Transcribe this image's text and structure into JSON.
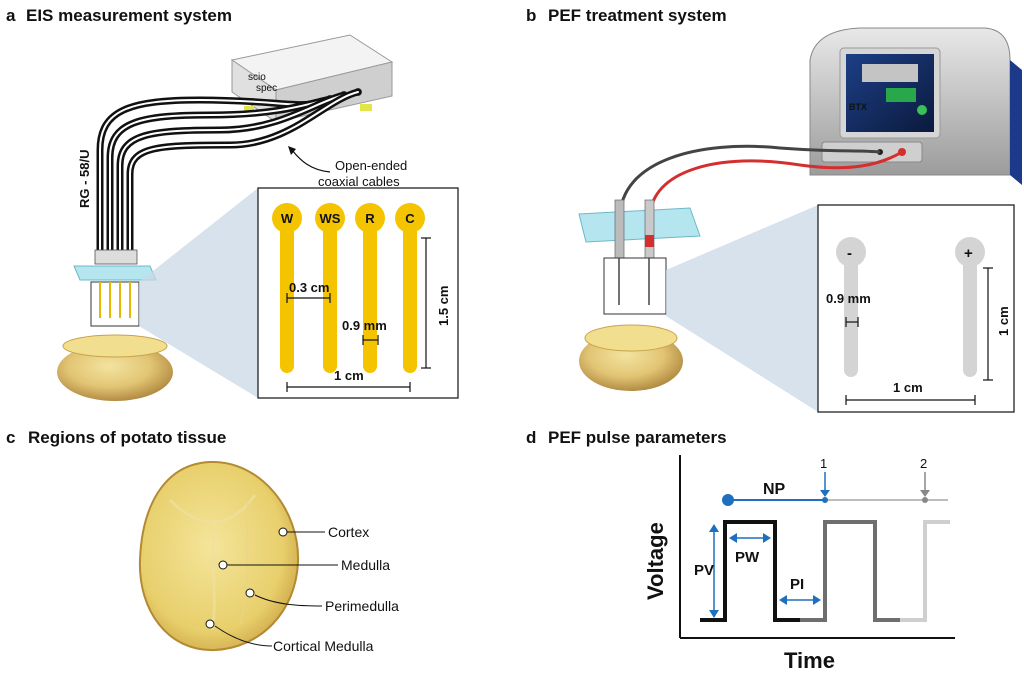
{
  "panel_a": {
    "letter": "a",
    "title": "EIS measurement system",
    "cable_label": "RG - 58/U",
    "device_brand_1": "scio",
    "device_brand_2": "spec",
    "callout_line1": "Open-ended",
    "callout_line2": "coaxial cables",
    "electrodes": [
      "W",
      "WS",
      "R",
      "C"
    ],
    "dim_spacing": "0.3 cm",
    "dim_width": "0.9 mm",
    "dim_height": "1.5 cm",
    "dim_total": "1 cm",
    "electrode_color": "#f5c400"
  },
  "panel_b": {
    "letter": "b",
    "title": "PEF treatment system",
    "device_brand": "BTX",
    "electrodes": [
      "-",
      "+"
    ],
    "dim_width": "0.9 mm",
    "dim_height": "1 cm",
    "dim_total": "1 cm",
    "lead_neg_color": "#333333",
    "lead_pos_color": "#d32f2f"
  },
  "panel_c": {
    "letter": "c",
    "title": "Regions of potato tissue",
    "regions": [
      "Cortex",
      "Medulla",
      "Perimedulla",
      "Cortical Medulla"
    ]
  },
  "panel_d": {
    "letter": "d",
    "title": "PEF pulse parameters",
    "ylabel": "Voltage",
    "xlabel": "Time",
    "labels": {
      "np": "NP",
      "pv": "PV",
      "pw": "PW",
      "pi": "PI"
    },
    "pulse_markers": [
      "1",
      "2"
    ],
    "accent": "#1f6fbf"
  }
}
